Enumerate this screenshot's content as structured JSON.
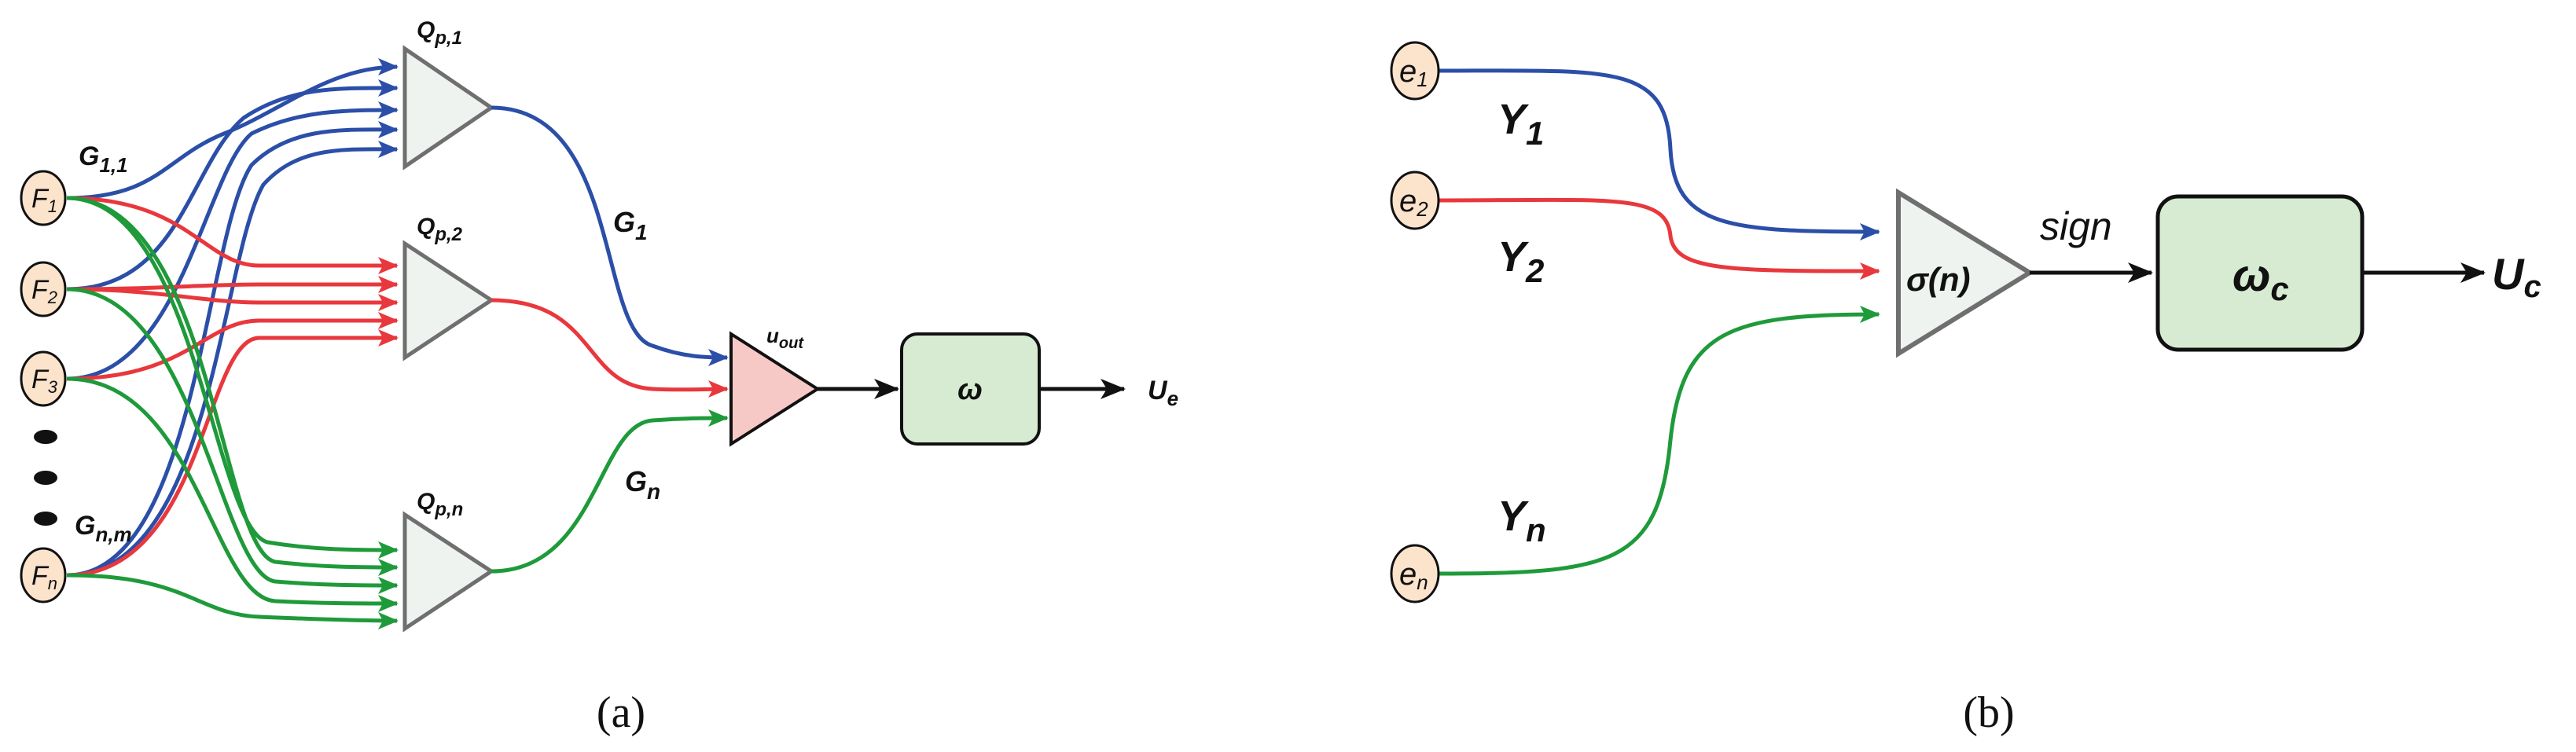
{
  "panel_a": {
    "caption": "(a)",
    "inputs": [
      {
        "base": "F",
        "sub": "1"
      },
      {
        "base": "F",
        "sub": "2"
      },
      {
        "base": "F",
        "sub": "3"
      },
      {
        "base": "F",
        "sub": "n"
      }
    ],
    "weight_first": {
      "base": "G",
      "sub": "1,1"
    },
    "weight_last": {
      "base": "G",
      "sub": "n,m"
    },
    "neurons": [
      {
        "base": "Q",
        "sub": "p,1"
      },
      {
        "base": "Q",
        "sub": "p,2"
      },
      {
        "base": "Q",
        "sub": "p,n"
      }
    ],
    "output_weights": [
      {
        "base": "G",
        "sub": "1"
      },
      {
        "base": "G",
        "sub": "n"
      }
    ],
    "output_neuron": {
      "base": "u",
      "sub": "out"
    },
    "block": "ω",
    "output": {
      "base": "U",
      "sub": "e"
    }
  },
  "panel_b": {
    "caption": "(b)",
    "inputs": [
      {
        "base": "e",
        "sub": "1"
      },
      {
        "base": "e",
        "sub": "2"
      },
      {
        "base": "e",
        "sub": "n"
      }
    ],
    "weights": [
      {
        "base": "Υ",
        "sub": "1"
      },
      {
        "base": "Υ",
        "sub": "2"
      },
      {
        "base": "Υ",
        "sub": "n"
      }
    ],
    "neuron": "σ(n)",
    "activation": "sign",
    "block": {
      "base": "ω",
      "sub": "c"
    },
    "output": {
      "base": "U",
      "sub": "c"
    }
  },
  "colors": {
    "blue": "#2b4fa8",
    "red": "#e8383d",
    "green": "#1f9a3a",
    "input_node_fill": "#fbe3cc",
    "neuron_fill": "#eef3ef",
    "output_neuron_fill": "#f6c9c6",
    "block_fill": "#d6ebd2"
  }
}
